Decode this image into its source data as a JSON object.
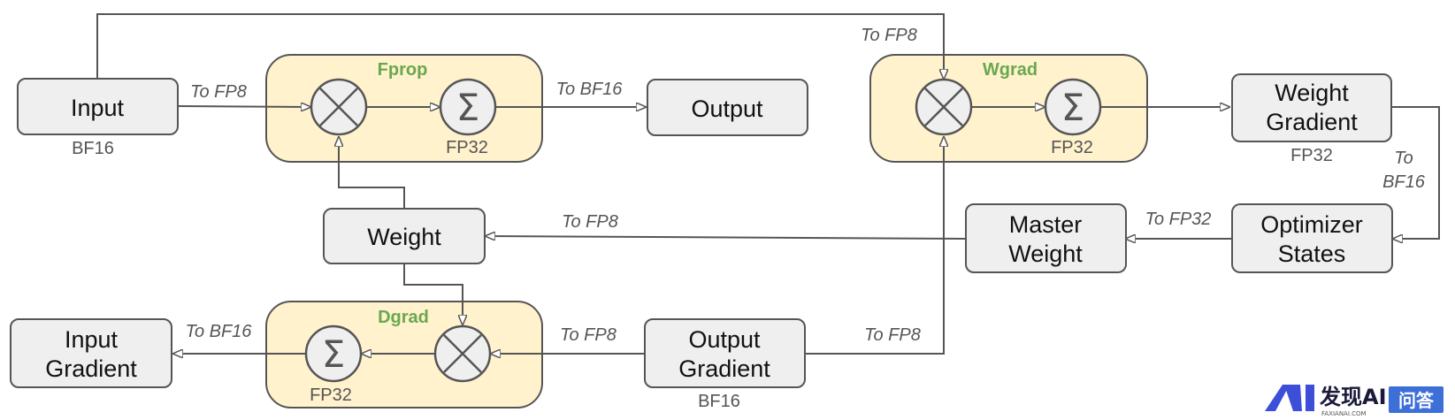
{
  "groups": {
    "fprop": "Fprop",
    "wgrad": "Wgrad",
    "dgrad": "Dgrad"
  },
  "nodes": {
    "input": "Input",
    "output": "Output",
    "weight": "Weight",
    "weight_gradient": [
      "Weight",
      "Gradient"
    ],
    "master_weight": [
      "Master",
      "Weight"
    ],
    "optimizer_states": [
      "Optimizer",
      "States"
    ],
    "output_gradient": [
      "Output",
      "Gradient"
    ],
    "input_gradient": [
      "Input",
      "Gradient"
    ]
  },
  "ops": {
    "sum_symbol": "Σ"
  },
  "precisions": {
    "input": "BF16",
    "output_gradient": "BF16",
    "weight_gradient": "FP32",
    "fprop_sum": "FP32",
    "wgrad_sum": "FP32",
    "dgrad_sum": "FP32"
  },
  "edge_labels": {
    "input_to_fprop": "To FP8",
    "fprop_to_output": "To BF16",
    "input_to_wgrad": "To FP8",
    "wg_to_optimizer": [
      "To",
      "BF16"
    ],
    "optimizer_to_master": "To FP32",
    "master_to_weight": "To FP8",
    "outgrad_to_dgrad": "To FP8",
    "outgrad_to_wgrad": "To FP8",
    "dgrad_to_inputgrad": "To BF16"
  },
  "watermark": {
    "brand": "发现AI",
    "sub": "FAXIANAI.COM",
    "badge": "问答"
  },
  "colors": {
    "group_fill": "#fff2cc",
    "node_fill": "#efefef",
    "stroke": "#555555",
    "group_label": "#6aa84f",
    "badge": "#3d6fd8"
  }
}
